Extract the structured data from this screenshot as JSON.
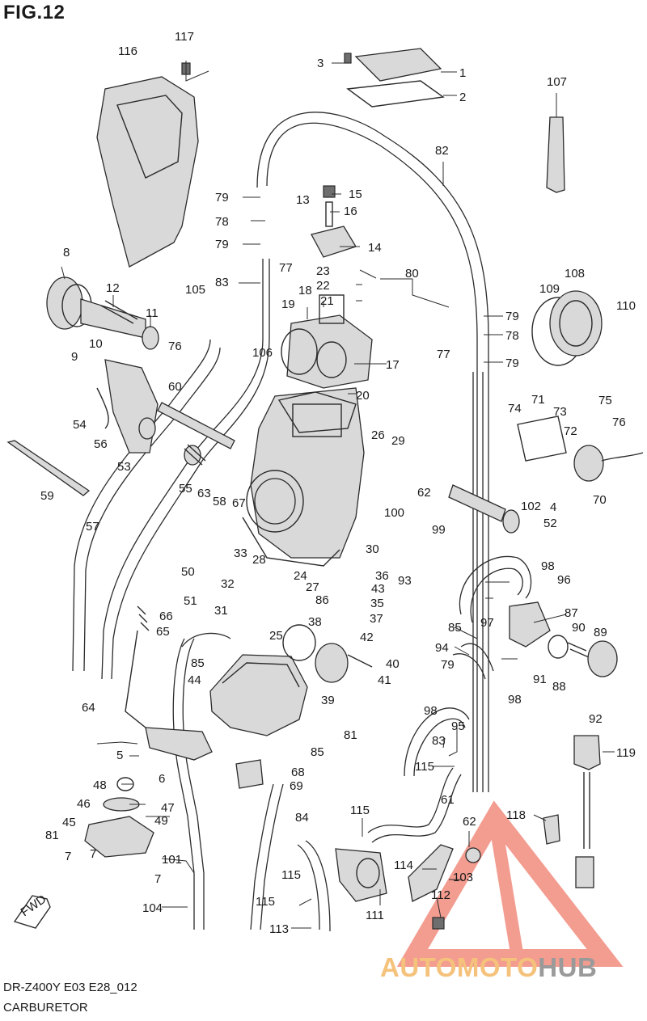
{
  "figure_title": "FIG.12",
  "footer": {
    "model_code": "DR-Z400Y E03 E28_012",
    "section_name": "CARBURETOR"
  },
  "direction_tag": "FWD",
  "watermark": {
    "part1": "AUTOMOTO",
    "part2": "HUB",
    "color_primary": "#f28b7d",
    "color_secondary": "#9a9a9a"
  },
  "callouts": [
    "117",
    "116",
    "3",
    "1",
    "2",
    "107",
    "82",
    "79",
    "78",
    "79",
    "13",
    "15",
    "16",
    "14",
    "77",
    "83",
    "23",
    "22",
    "80",
    "8",
    "12",
    "105",
    "18",
    "19",
    "21",
    "79",
    "78",
    "77",
    "79",
    "108",
    "109",
    "110",
    "11",
    "76",
    "106",
    "17",
    "10",
    "9",
    "20",
    "54",
    "56",
    "60",
    "53",
    "74",
    "71",
    "73",
    "75",
    "76",
    "72",
    "26",
    "29",
    "59",
    "55",
    "63",
    "58",
    "67",
    "62",
    "4",
    "102",
    "70",
    "57",
    "52",
    "100",
    "99",
    "30",
    "33",
    "28",
    "50",
    "36",
    "93",
    "98",
    "96",
    "32",
    "24",
    "27",
    "43",
    "86",
    "35",
    "51",
    "31",
    "66",
    "65",
    "37",
    "97",
    "87",
    "85",
    "38",
    "42",
    "90",
    "89",
    "25",
    "94",
    "85",
    "44",
    "40",
    "91",
    "41",
    "79",
    "88",
    "39",
    "98",
    "98",
    "64",
    "95",
    "92",
    "81",
    "83",
    "5",
    "85",
    "119",
    "68",
    "115",
    "6",
    "48",
    "69",
    "46",
    "47",
    "115",
    "61",
    "84",
    "118",
    "45",
    "49",
    "62",
    "81",
    "7",
    "7",
    "101",
    "115",
    "114",
    "103",
    "7",
    "111",
    "112",
    "115",
    "104",
    "113"
  ]
}
